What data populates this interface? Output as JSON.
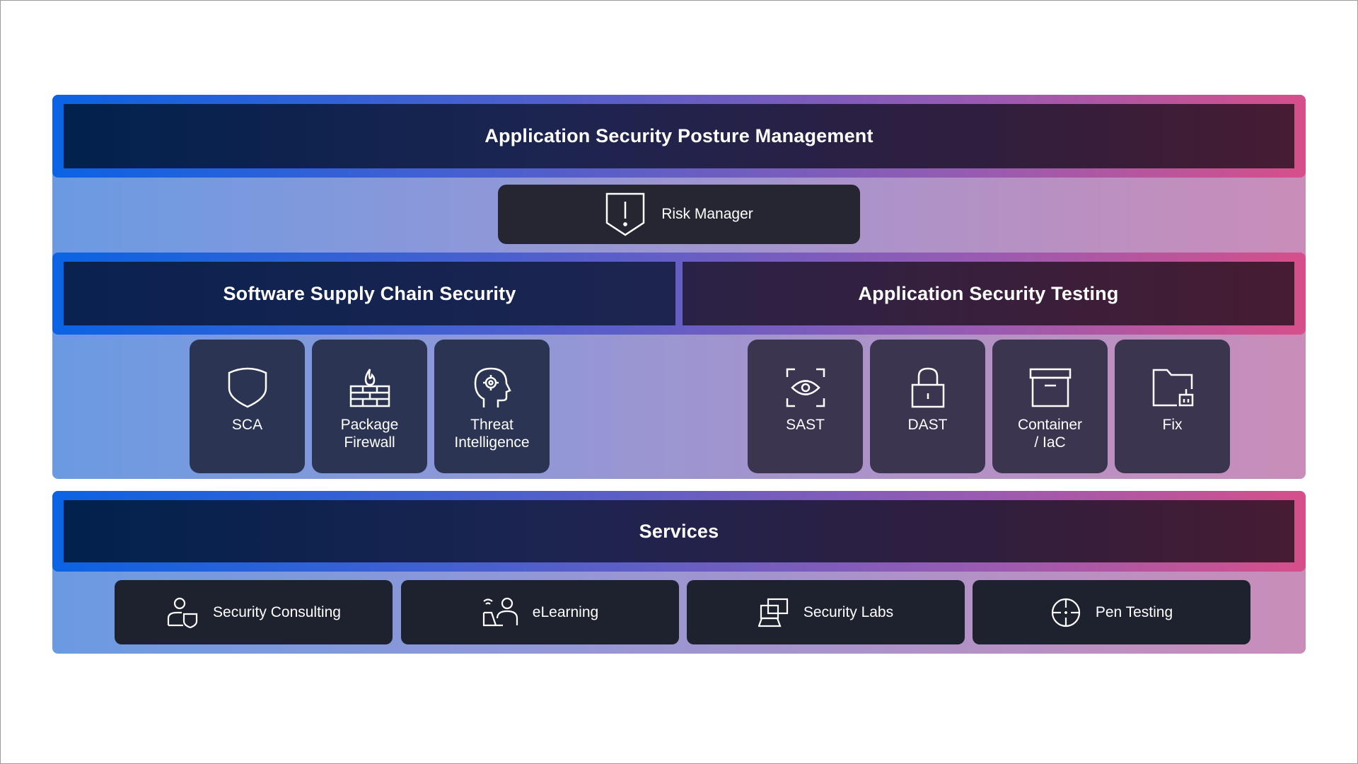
{
  "top_header": {
    "title": "Application Security Posture Management"
  },
  "risk_manager": {
    "label": "Risk Manager",
    "icon": "shield-alert-icon"
  },
  "middle_headers": {
    "left": "Software Supply Chain Security",
    "right": "Application Security Testing"
  },
  "supply_chain_tiles": [
    {
      "label": "SCA",
      "icon": "shield-icon"
    },
    {
      "label": "Package\nFirewall",
      "icon": "firewall-icon"
    },
    {
      "label": "Threat\nIntelligence",
      "icon": "head-gear-icon"
    }
  ],
  "testing_tiles": [
    {
      "label": "SAST",
      "icon": "eye-scan-icon"
    },
    {
      "label": "DAST",
      "icon": "lock-icon"
    },
    {
      "label": "Container\n/ IaC",
      "icon": "archive-box-icon"
    },
    {
      "label": "Fix",
      "icon": "folder-fix-icon"
    }
  ],
  "services_header": {
    "title": "Services"
  },
  "services": [
    {
      "label": "Security Consulting",
      "icon": "person-shield-icon"
    },
    {
      "label": "eLearning",
      "icon": "person-laptop-icon"
    },
    {
      "label": "Security Labs",
      "icon": "computer-icon"
    },
    {
      "label": "Pen Testing",
      "icon": "crosshair-icon"
    }
  ]
}
